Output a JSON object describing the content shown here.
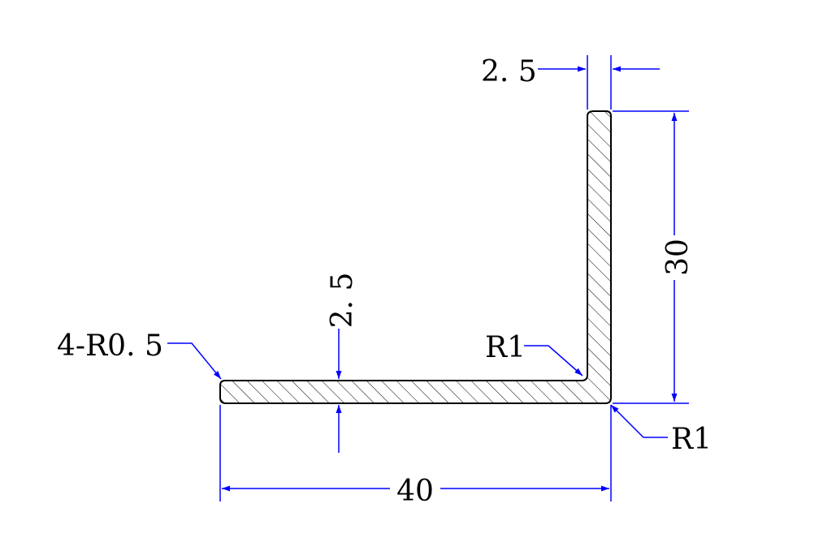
{
  "dimensions": {
    "top_thickness": "2. 5",
    "leg_height": "30",
    "bottom_thickness": "2. 5",
    "corner_radii": "4-R0. 5",
    "inner_radius": "R1",
    "outer_radius": "R1",
    "base_width": "40"
  },
  "colors": {
    "dimension_line": "#0000ff",
    "outline": "#000000",
    "hatch": "#000000",
    "background": "#ffffff"
  }
}
